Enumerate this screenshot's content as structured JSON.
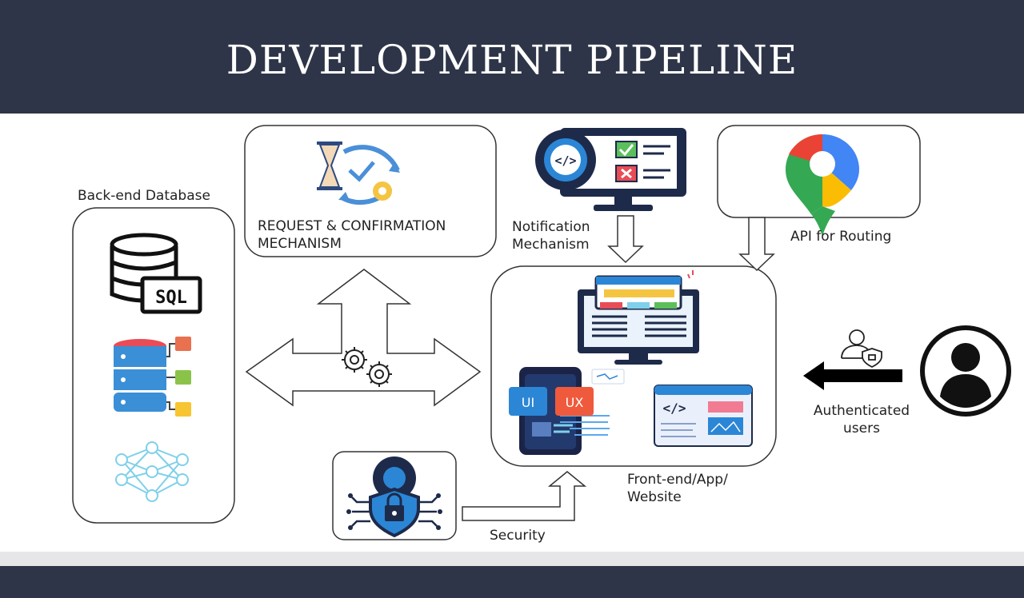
{
  "header": {
    "title": "DEVELOPMENT PIPELINE"
  },
  "labels": {
    "backend": "Back-end Database",
    "request_line1": "REQUEST & CONFIRMATION",
    "request_line2": "MECHANISM",
    "notification_line1": "Notification",
    "notification_line2": "Mechanism",
    "api": "API for Routing",
    "auth_line1": "Authenticated",
    "auth_line2": "users",
    "frontend_line1": "Front-end/App/",
    "frontend_line2": "Website",
    "security": "Security",
    "sql": "SQL",
    "code_tag": "</>",
    "ui": "UI",
    "ux": "UX"
  },
  "colors": {
    "header_bg": "#2e3548",
    "canvas_bg": "#ffffff",
    "accent_blue": "#1f74c9",
    "dark_navy": "#1e2a4a",
    "maps_red": "#ea4335",
    "maps_yellow": "#fbbc04",
    "maps_green": "#34a853",
    "maps_blue": "#4285f4"
  },
  "icons": [
    "sql-database-icon",
    "server-stack-icon",
    "neural-network-icon",
    "hourglass-cycle-icon",
    "code-monitor-icon",
    "maps-pin-icon",
    "web-layout-monitor-icon",
    "mobile-ui-ux-icon",
    "code-window-icon",
    "security-shield-icon",
    "user-lock-icon",
    "user-avatar-icon",
    "gears-icon"
  ]
}
